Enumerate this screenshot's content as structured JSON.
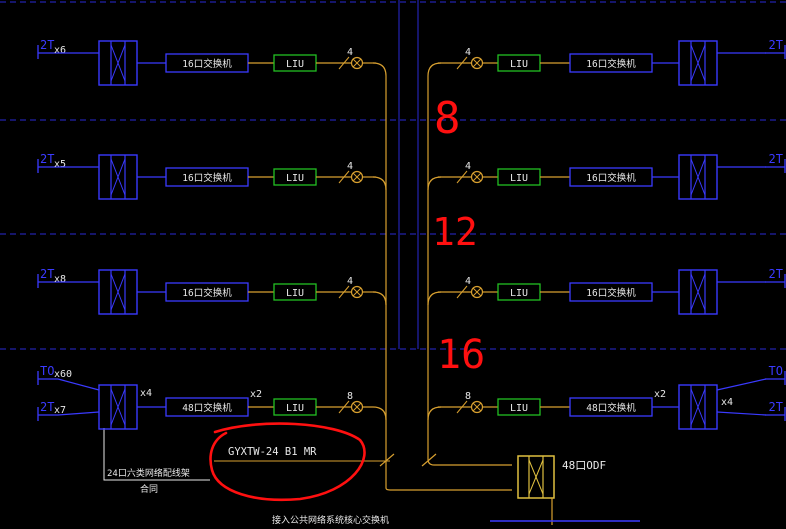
{
  "colors": {
    "background": "#000000",
    "grid": "#2a2ad4",
    "outlet": "#3a3aff",
    "switch_box": "#3a3aff",
    "liu_box": "#22c022",
    "fiber": "#d8a030",
    "text": "#e8e8e8",
    "annotation": "#ff1010",
    "odf_box": "#e0c040"
  },
  "floors": [
    {
      "left_outlet": "2T",
      "left_mult": "x6",
      "left_switch": "16口交换机",
      "left_liu": "LIU",
      "left_fiber": "4",
      "right_outlet": "2T",
      "right_switch": "16口交换机",
      "right_liu": "LIU",
      "right_fiber": "4"
    },
    {
      "left_outlet": "2T",
      "left_mult": "x5",
      "left_switch": "16口交换机",
      "left_liu": "LIU",
      "left_fiber": "4",
      "right_outlet": "2T",
      "right_switch": "16口交换机",
      "right_liu": "LIU",
      "right_fiber": "4"
    },
    {
      "left_outlet": "2T",
      "left_mult": "x8",
      "left_switch": "16口交换机",
      "left_liu": "LIU",
      "left_fiber": "4",
      "right_outlet": "2T",
      "right_switch": "16口交换机",
      "right_liu": "LIU",
      "right_fiber": "4"
    }
  ],
  "bottom": {
    "left_outlet_top": "TO",
    "left_mult_top": "x60",
    "left_outlet_bottom": "2T",
    "left_mult_bottom": "x7",
    "left_patch_mult": "x4",
    "left_switch": "48口交换机",
    "left_uplink_mult": "x2",
    "left_liu": "LIU",
    "left_fiber": "8",
    "right_outlet_top": "TO",
    "right_outlet_bottom": "2T",
    "right_patch_mult": "x4",
    "right_switch": "48口交换机",
    "right_uplink_mult": "x2",
    "right_liu": "LIU",
    "right_fiber": "8"
  },
  "cable_label": "GYXTW-24 B1 MR",
  "odf_label": "48口ODF",
  "patch_note_line1": "24口六类网络配线架",
  "patch_note_line2": "合同",
  "footer_note": "接入公共网络系统核心交换机",
  "handwritten": {
    "n1": "8",
    "n2": "12",
    "n3": "16"
  }
}
